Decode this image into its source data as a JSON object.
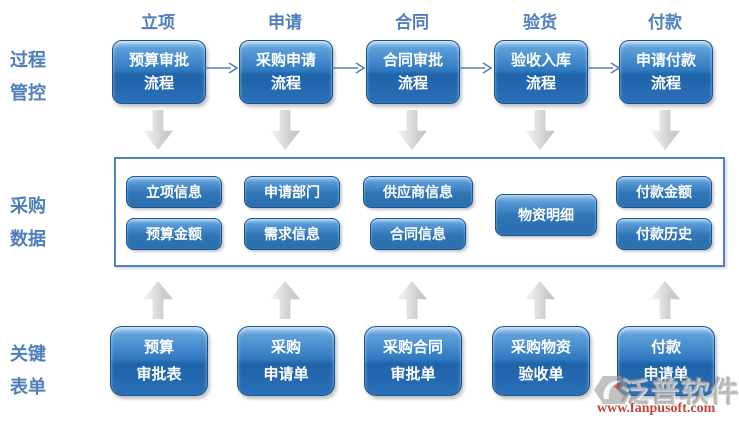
{
  "diagram": {
    "row_labels": [
      {
        "line1": "过程",
        "line2": "管控"
      },
      {
        "line1": "采购",
        "line2": "数据"
      },
      {
        "line1": "关键",
        "line2": "表单"
      }
    ],
    "columns": [
      {
        "header": "立项",
        "process_line1": "预算审批",
        "process_line2": "流程",
        "data1": "立项信息",
        "data2": "预算金额",
        "form_line1": "预算",
        "form_line2": "审批表"
      },
      {
        "header": "申请",
        "process_line1": "采购申请",
        "process_line2": "流程",
        "data1": "申请部门",
        "data2": "需求信息",
        "form_line1": "采购",
        "form_line2": "申请单"
      },
      {
        "header": "合同",
        "process_line1": "合同审批",
        "process_line2": "流程",
        "data1": "供应商信息",
        "data2": "合同信息",
        "form_line1": "采购合同",
        "form_line2": "审批单"
      },
      {
        "header": "验货",
        "process_line1": "验收入库",
        "process_line2": "流程",
        "data1": "物资明细",
        "form_line1": "采购物资",
        "form_line2": "验收单"
      },
      {
        "header": "付款",
        "process_line1": "申请付款",
        "process_line2": "流程",
        "data1": "付款金额",
        "data2": "付款历史",
        "form_line1": "付款",
        "form_line2": "申请单"
      }
    ]
  },
  "watermark": {
    "brand": "泛普软件",
    "url": "www.fanpusoft.com"
  },
  "colors": {
    "accent-text": "#4e7fbc",
    "panel-border": "#4f81bd",
    "box-blue": "#2e75b6",
    "box-blue-dark": "#1a5391",
    "arrow-blue": "#4f81bd",
    "gray-arrow": "#d6d6d6",
    "watermark-red": "#c0453a"
  }
}
